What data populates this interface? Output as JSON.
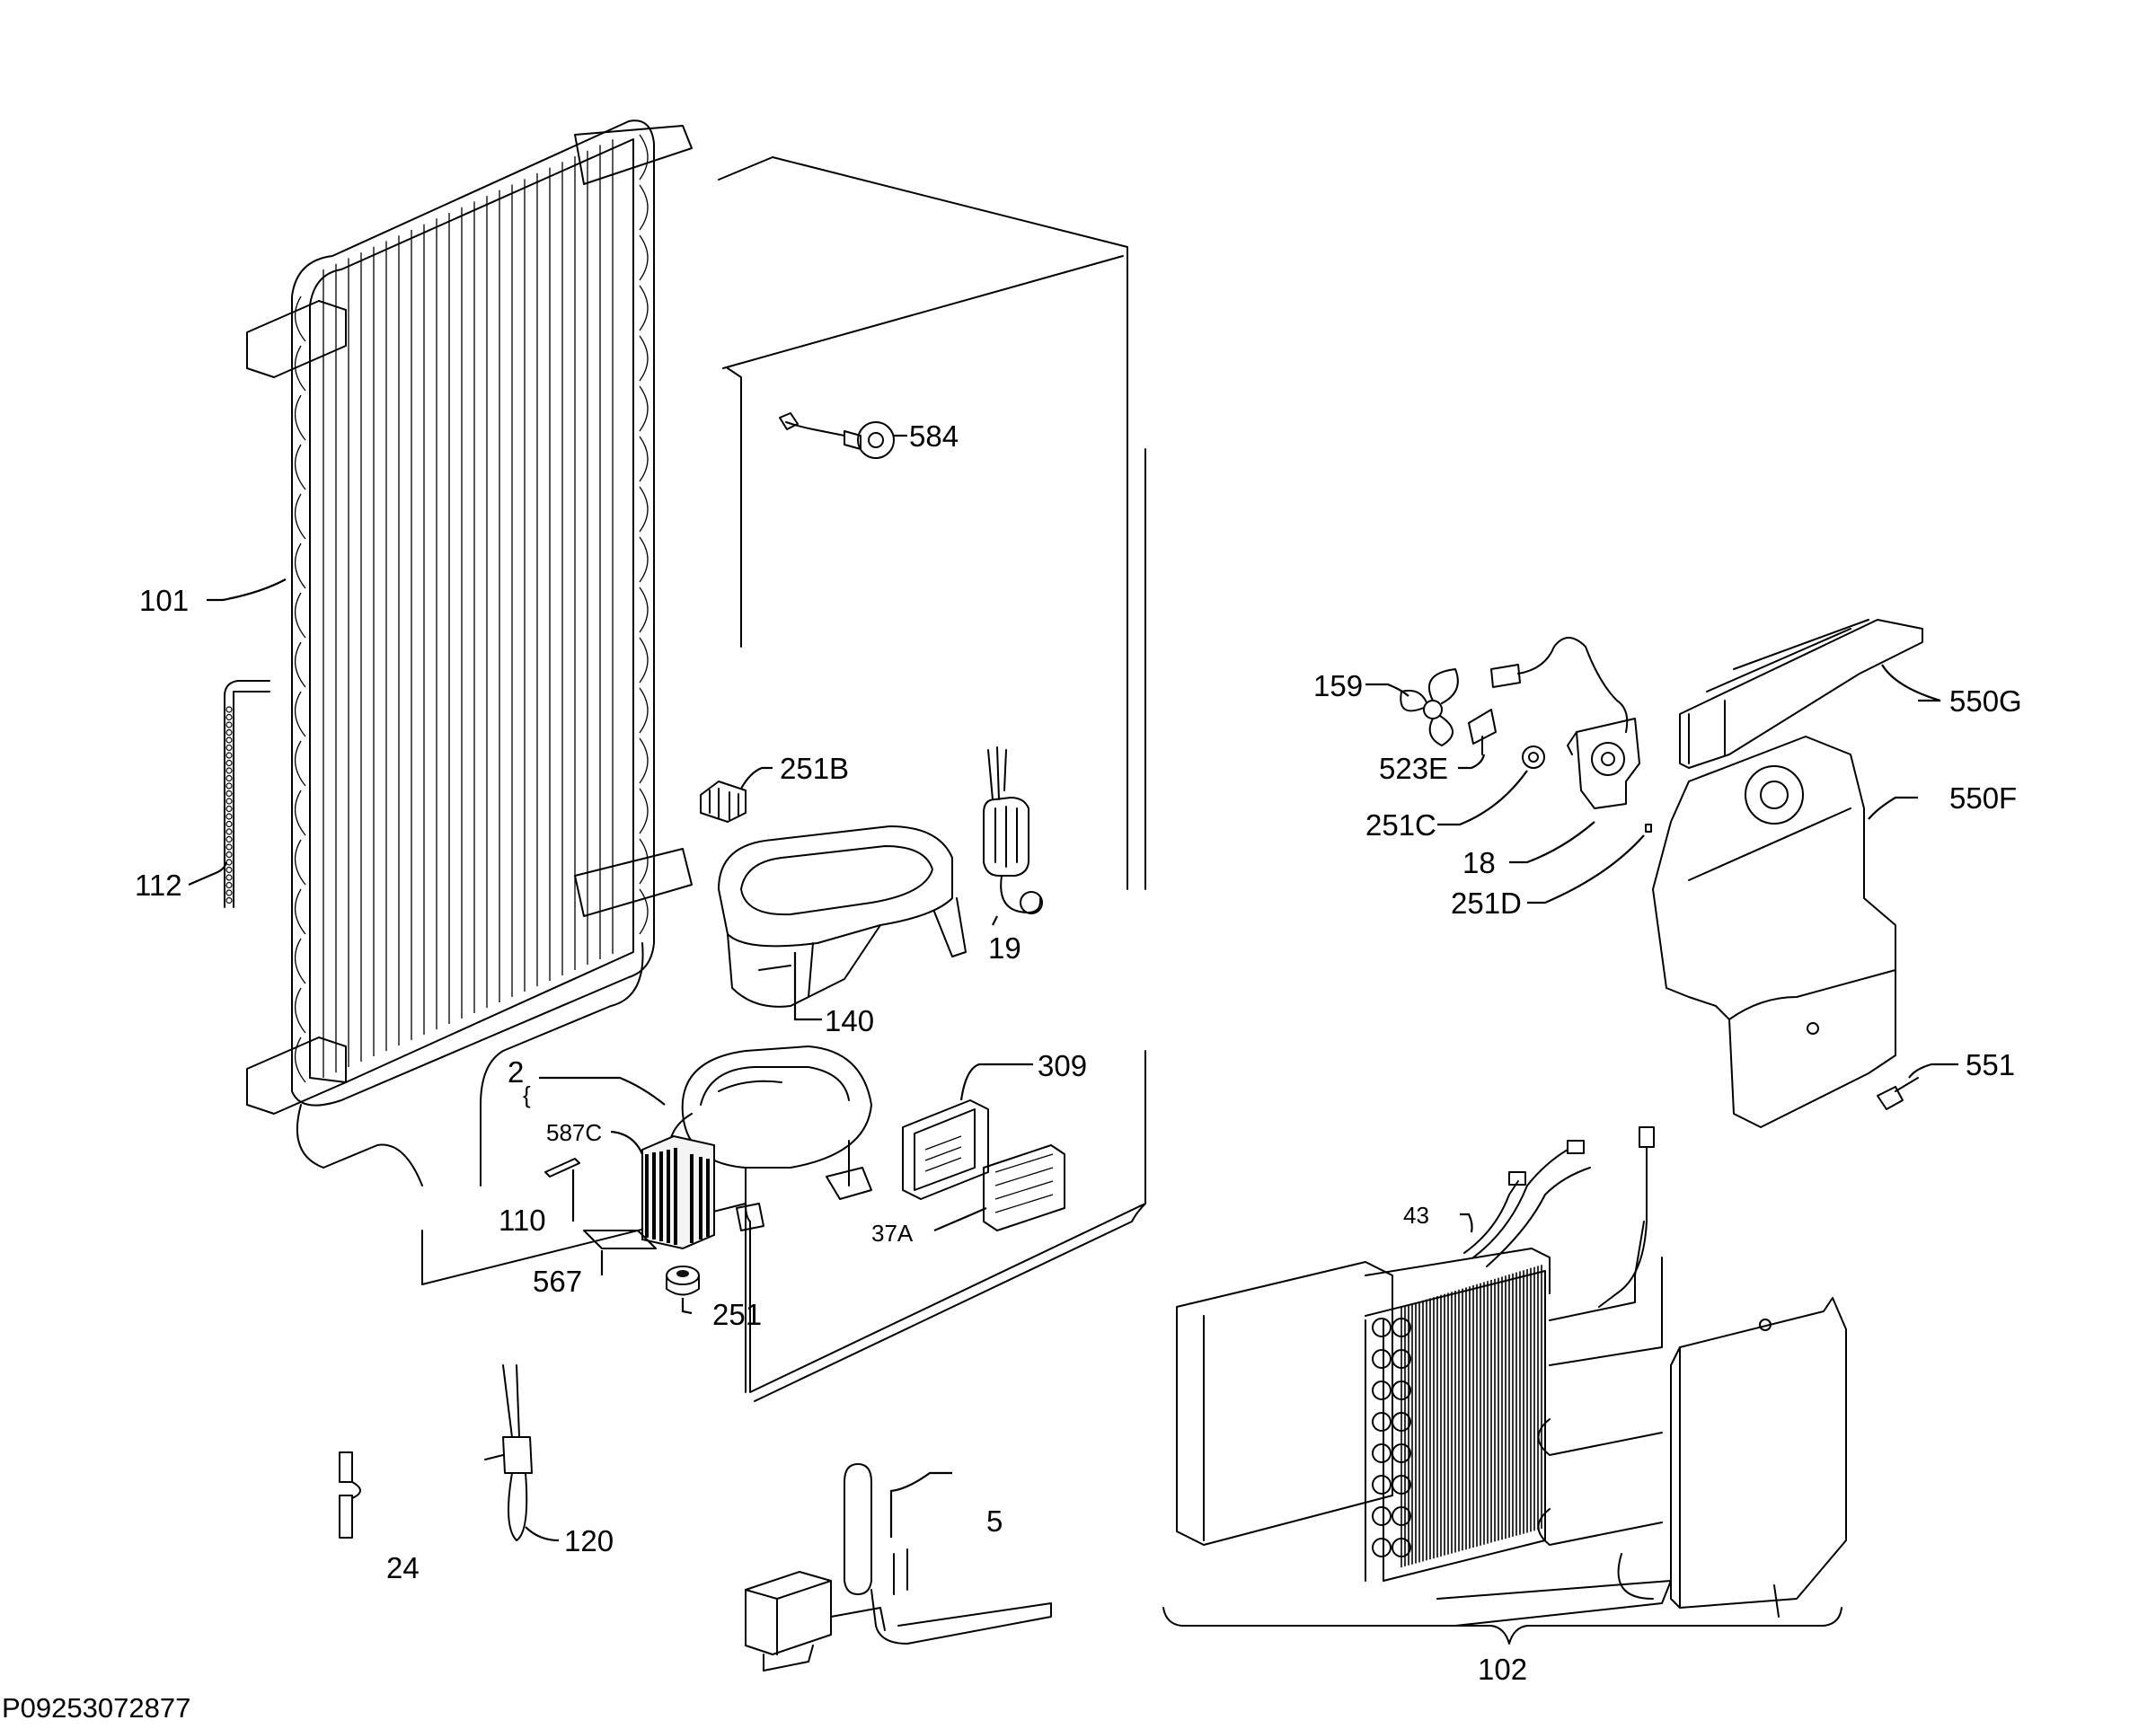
{
  "drawing_code": "P09253072877",
  "callouts": {
    "c101": "101",
    "c112": "112",
    "c584": "584",
    "c251B": "251B",
    "c19": "19",
    "c140": "140",
    "c309": "309",
    "c2": "2",
    "c587C": "587C",
    "c110": "110",
    "c37A": "37A",
    "c567": "567",
    "c251": "251",
    "c120": "120",
    "c5": "5",
    "c24": "24",
    "c159": "159",
    "c523E": "523E",
    "c251C": "251C",
    "c18": "18",
    "c251D": "251D",
    "c550G": "550G",
    "c550F": "550F",
    "c551": "551",
    "c43": "43",
    "c102": "102"
  }
}
